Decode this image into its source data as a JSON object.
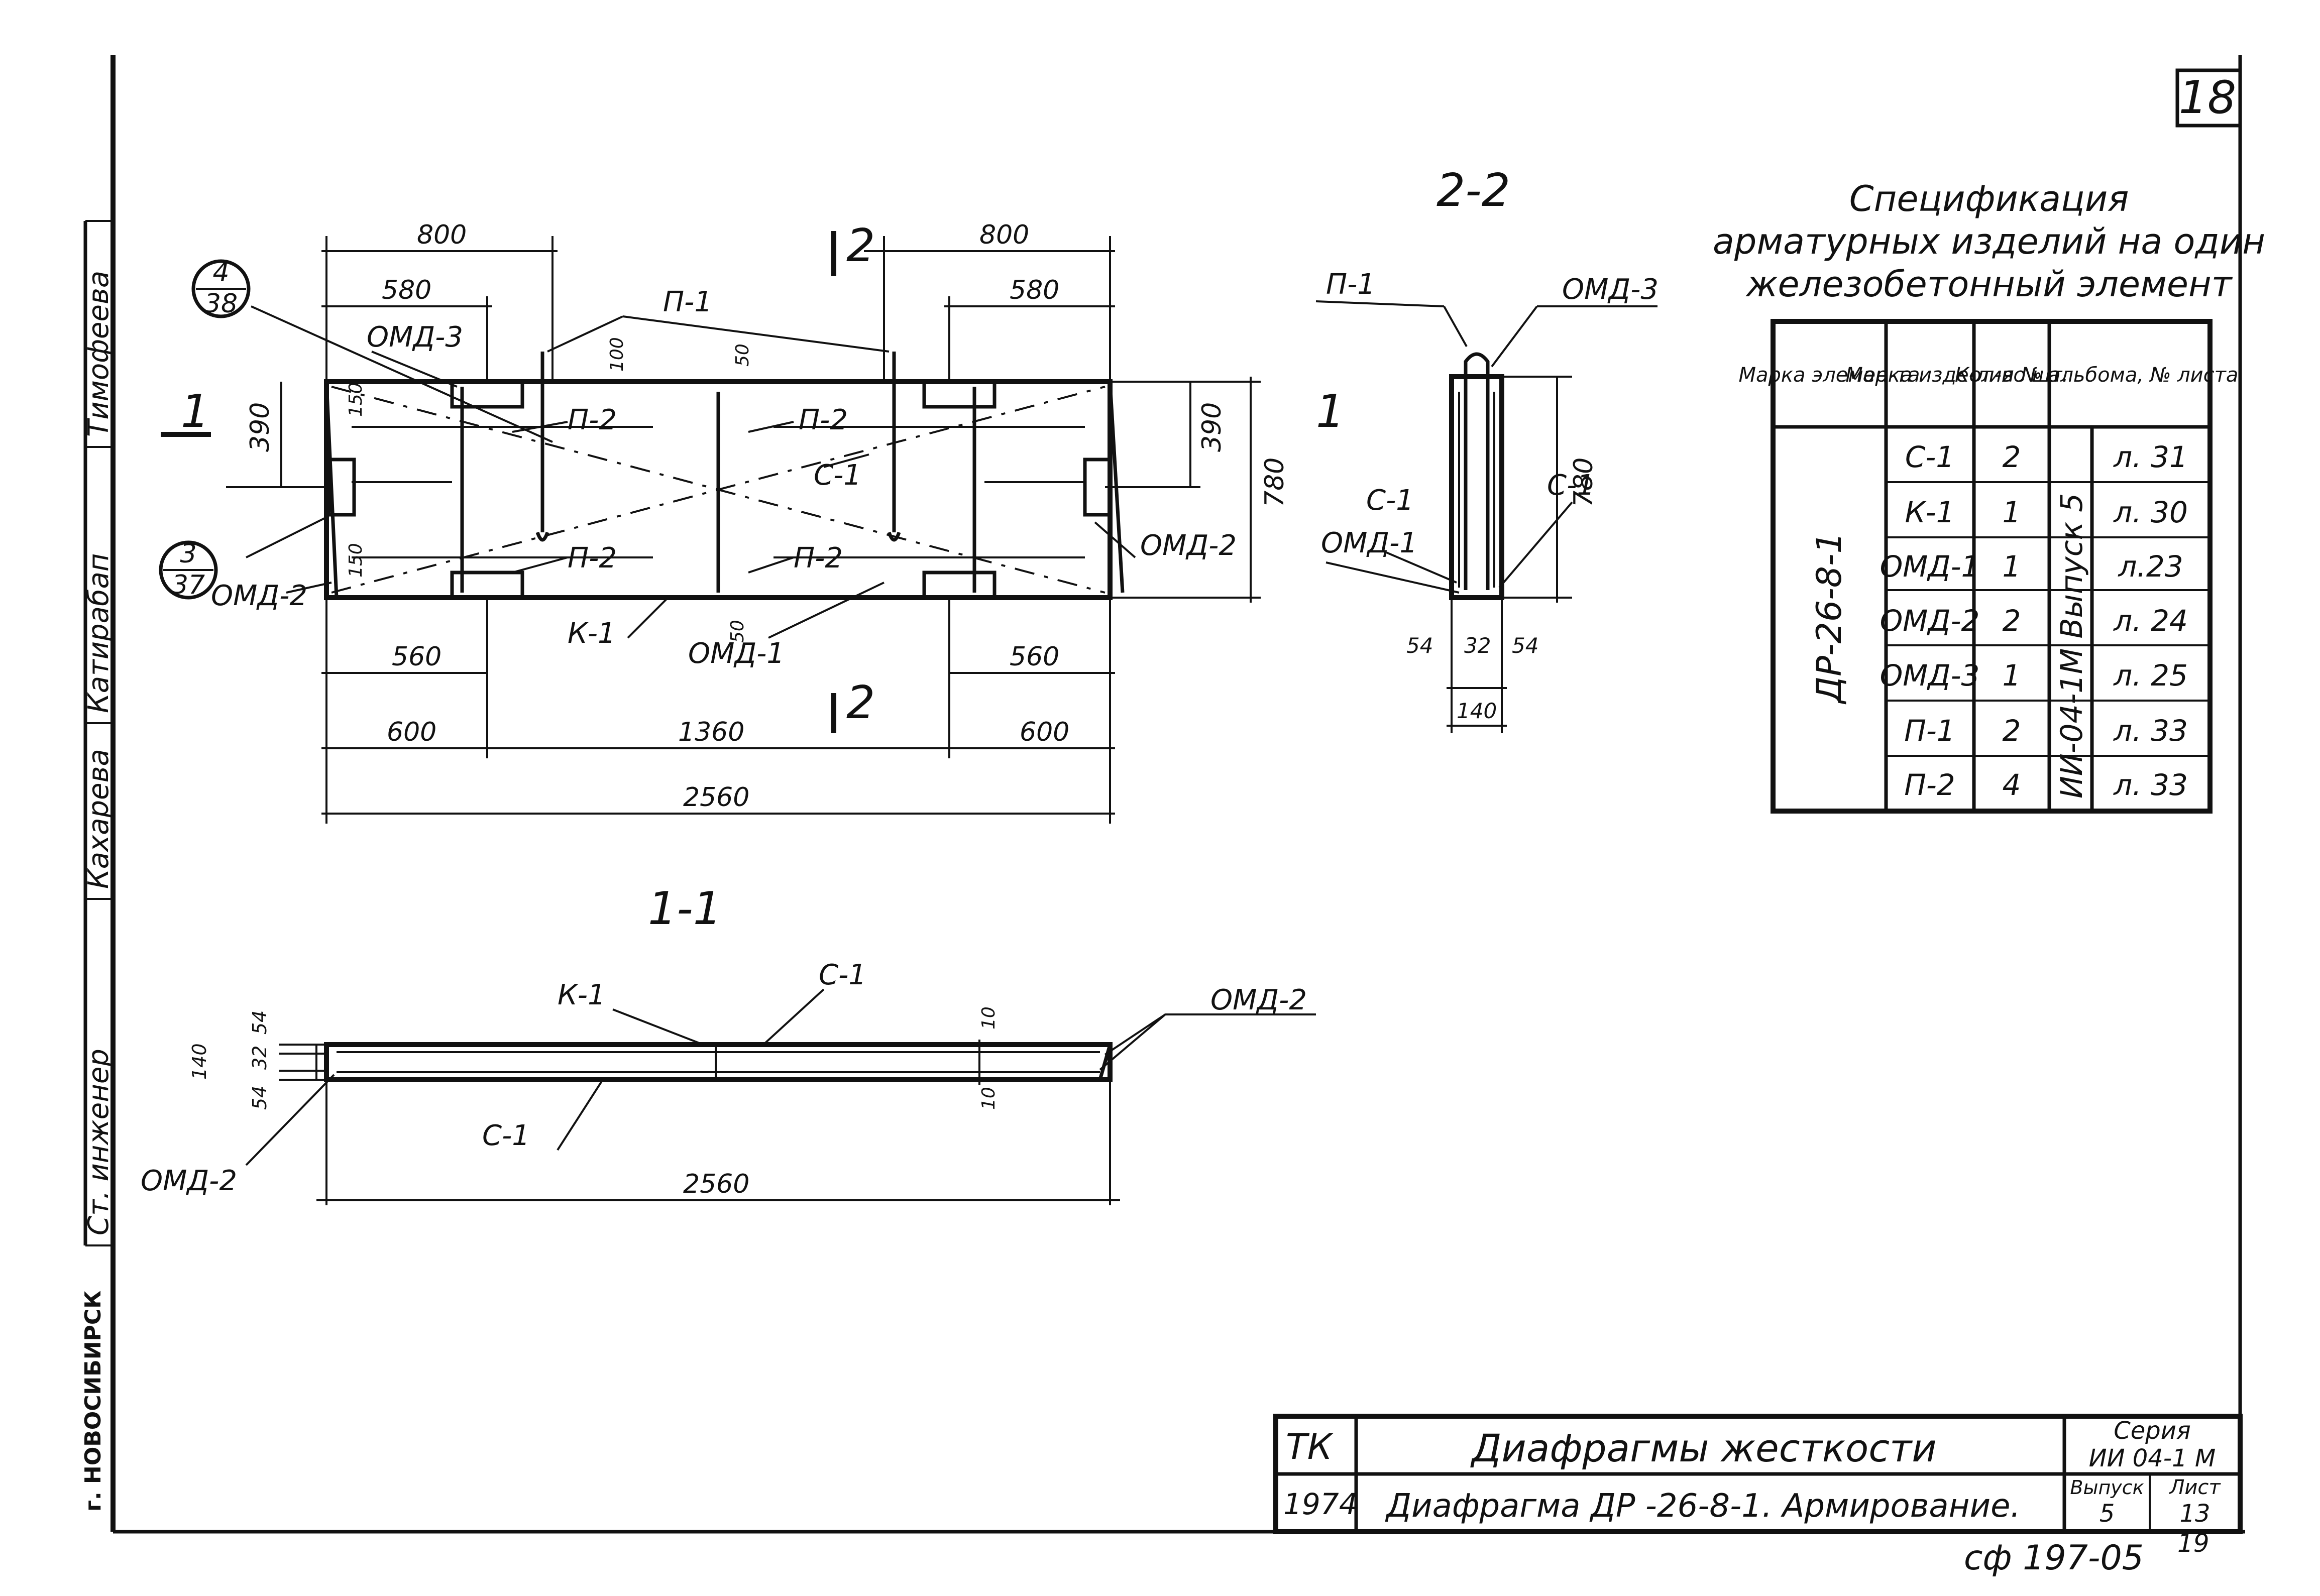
{
  "sheet": {
    "page_number": "18",
    "archive_code": "сф 197-05",
    "archive_sub": "19",
    "city_stamp": "г. НОВОСИБИРСК"
  },
  "side_stamp": {
    "roles": [
      "Ст. инженер",
      "Кахарева",
      "Катирабап",
      "Тимофеева"
    ]
  },
  "views": {
    "elevation": {
      "section_marks": [
        "1",
        "1",
        "2",
        "2"
      ],
      "dims_top": [
        "800",
        "580",
        "800",
        "580"
      ],
      "dims_bottom": [
        "560",
        "560",
        "600",
        "1360",
        "600",
        "2560"
      ],
      "dims_side": [
        "390",
        "390",
        "780"
      ],
      "dims_small": [
        "100",
        "50",
        "50",
        "150",
        "150"
      ],
      "callouts": [
        {
          "top": "4",
          "bottom": "38"
        },
        {
          "top": "3",
          "bottom": "37"
        }
      ],
      "labels": [
        "П-1",
        "ОМД-3",
        "П-2",
        "П-2",
        "П-2",
        "П-2",
        "С-1",
        "ОМД-2",
        "ОМД-2",
        "К-1",
        "ОМД-1"
      ]
    },
    "section_22": {
      "title": "2-2",
      "labels": [
        "П-1",
        "ОМД-3",
        "С-1",
        "С-1",
        "ОМД-1"
      ],
      "dims": [
        "780",
        "54",
        "32",
        "54",
        "140"
      ]
    },
    "section_11": {
      "title": "1-1",
      "labels": [
        "К-1",
        "С-1",
        "ОМД-2",
        "ОМД-2",
        "С-1"
      ],
      "dims": [
        "140",
        "54",
        "32",
        "54",
        "10",
        "10",
        "2560"
      ]
    }
  },
  "spec": {
    "title_lines": [
      "Спецификация",
      "арматурных изделий на один",
      "железобетонный   элемент"
    ],
    "headers": [
      "Марка элемен-та",
      "Марка изде-лия",
      "Кол-во шт.",
      "№ альбома, № листа"
    ],
    "element": "ДР-26-8-1",
    "album": "ИИ-04-1М Выпуск 5",
    "rows": [
      {
        "item": "С-1",
        "qty": "2",
        "sheet": "л. 31"
      },
      {
        "item": "К-1",
        "qty": "1",
        "sheet": "л. 30"
      },
      {
        "item": "ОМД-1",
        "qty": "1",
        "sheet": "л.23"
      },
      {
        "item": "ОМД-2",
        "qty": "2",
        "sheet": "л. 24"
      },
      {
        "item": "ОМД-3",
        "qty": "1",
        "sheet": "л. 25"
      },
      {
        "item": "П-1",
        "qty": "2",
        "sheet": "л. 33"
      },
      {
        "item": "П-2",
        "qty": "4",
        "sheet": "л. 33"
      }
    ]
  },
  "title_block": {
    "org": "ТК",
    "year": "1974",
    "name": "Диафрагмы     жесткости",
    "subtitle": "Диафрагма  ДР -26-8-1. Армирование.",
    "series_label": "Серия",
    "series_value": "ИИ 04-1 М",
    "issue_label": "Выпуск",
    "issue_value": "5",
    "sheet_label": "Лист",
    "sheet_value": "13"
  }
}
